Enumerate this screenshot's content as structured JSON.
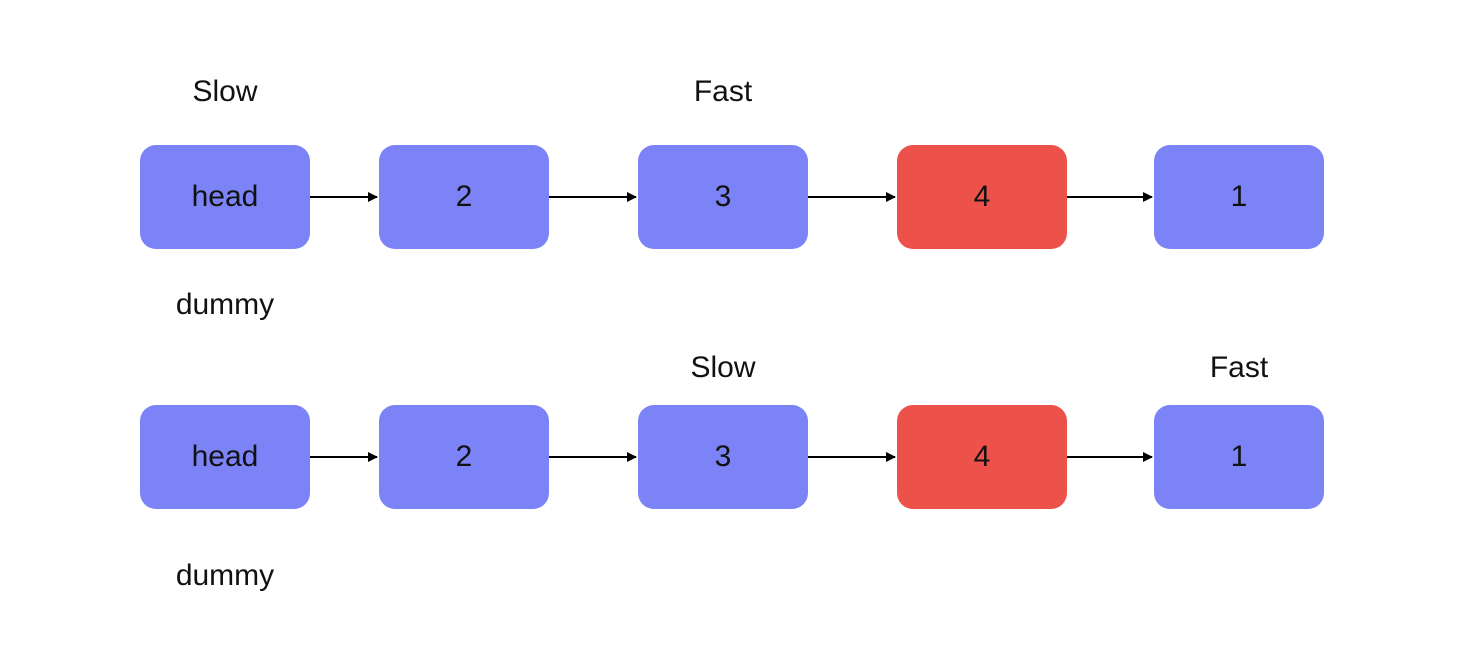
{
  "colors": {
    "node": "#7b83f6",
    "highlight": "#ec514a",
    "arrow": "#000000"
  },
  "rows": [
    {
      "nodes": [
        {
          "label": "head",
          "highlight": false
        },
        {
          "label": "2",
          "highlight": false
        },
        {
          "label": "3",
          "highlight": false
        },
        {
          "label": "4",
          "highlight": true
        },
        {
          "label": "1",
          "highlight": false
        }
      ],
      "pointers": [
        {
          "label": "Slow",
          "node_index": 0
        },
        {
          "label": "Fast",
          "node_index": 2
        }
      ],
      "dummy_label": "dummy"
    },
    {
      "nodes": [
        {
          "label": "head",
          "highlight": false
        },
        {
          "label": "2",
          "highlight": false
        },
        {
          "label": "3",
          "highlight": false
        },
        {
          "label": "4",
          "highlight": true
        },
        {
          "label": "1",
          "highlight": false
        }
      ],
      "pointers": [
        {
          "label": "Slow",
          "node_index": 2
        },
        {
          "label": "Fast",
          "node_index": 4
        }
      ],
      "dummy_label": "dummy"
    }
  ]
}
